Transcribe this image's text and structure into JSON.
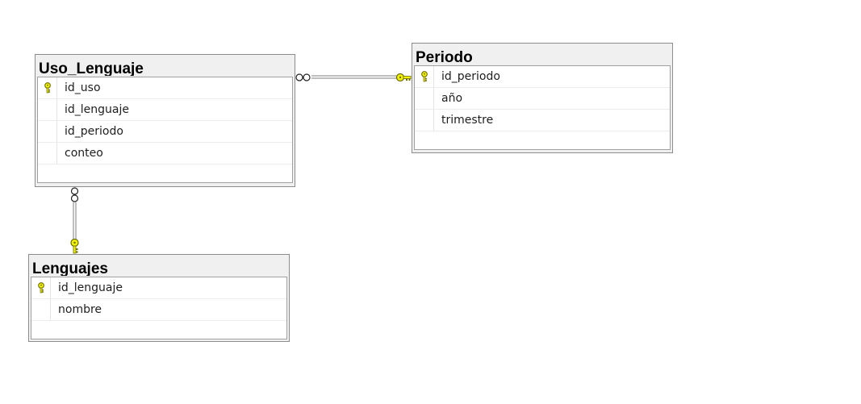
{
  "colors": {
    "header_background": "#f0f0f0",
    "border": "#8c8c8c",
    "key_fill": "#f2f20a",
    "key_outline": "#6b6b00",
    "connector": "#7f7f7f"
  },
  "tables": {
    "uso_lenguaje": {
      "title": "Uso_Lenguaje",
      "columns": [
        {
          "name": "id_uso",
          "primary_key": true
        },
        {
          "name": "id_lenguaje",
          "primary_key": false
        },
        {
          "name": "id_periodo",
          "primary_key": false
        },
        {
          "name": "conteo",
          "primary_key": false
        }
      ]
    },
    "periodo": {
      "title": "Periodo",
      "columns": [
        {
          "name": "id_periodo",
          "primary_key": true
        },
        {
          "name": "año",
          "primary_key": false
        },
        {
          "name": "trimestre",
          "primary_key": false
        }
      ]
    },
    "lenguajes": {
      "title": "Lenguajes",
      "columns": [
        {
          "name": "id_lenguaje",
          "primary_key": true
        },
        {
          "name": "nombre",
          "primary_key": false
        }
      ]
    }
  },
  "relationships": [
    {
      "name": "fk-uso-lenguaje-periodo",
      "from_table": "Uso_Lenguaje",
      "to_table": "Periodo",
      "from_end": "many-infinity-icon",
      "to_end": "key-icon"
    },
    {
      "name": "fk-uso-lenguaje-lenguajes",
      "from_table": "Uso_Lenguaje",
      "to_table": "Lenguajes",
      "from_end": "many-infinity-icon",
      "to_end": "key-icon"
    }
  ]
}
